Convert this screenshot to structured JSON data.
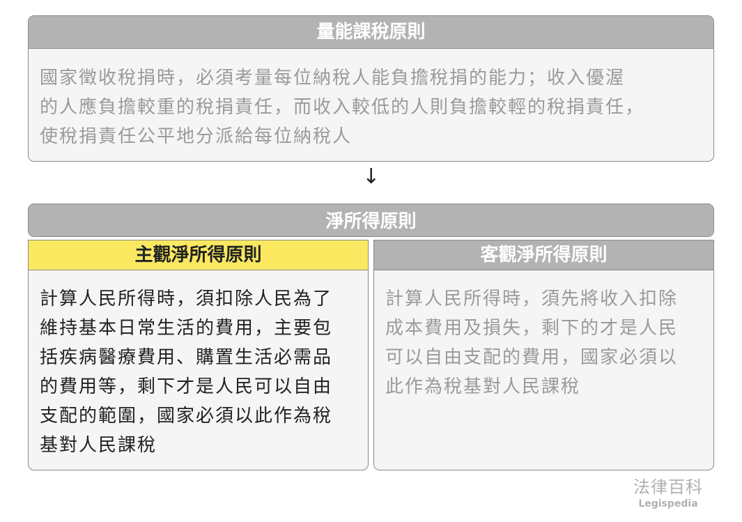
{
  "top": {
    "title": "量能課稅原則",
    "lines": [
      "國家徵收稅捐時，必須考量每位納稅人能負擔稅捐的能力；收入優渥",
      "的人應負擔較重的稅捐責任，而收入較低的人則負擔較輕的稅捐責任，",
      "使稅捐責任公平地分派給每位納稅人"
    ]
  },
  "arrow": "↓",
  "middle": {
    "title": "淨所得原則"
  },
  "left": {
    "title": "主觀淨所得原則",
    "lines": [
      "計算人民所得時，須扣除人民為了",
      "維持基本日常生活的費用，主要包",
      "括疾病醫療費用、購置生活必需品",
      "的費用等，剩下才是人民可以自由",
      "支配的範圍，國家必須以此作為稅",
      "基對人民課稅"
    ]
  },
  "right": {
    "title": "客觀淨所得原則",
    "lines": [
      "計算人民所得時，須先將收入扣除",
      "成本費用及損失，剩下的才是人民",
      "可以自由支配的費用，國家必須以",
      "此作為稅基對人民課稅"
    ]
  },
  "logo": {
    "name": "法律百科",
    "sub": "Legispedia"
  },
  "colors": {
    "header": "#b3b3b3",
    "highlight": "#f9e860",
    "body": "#f5f5f5"
  }
}
